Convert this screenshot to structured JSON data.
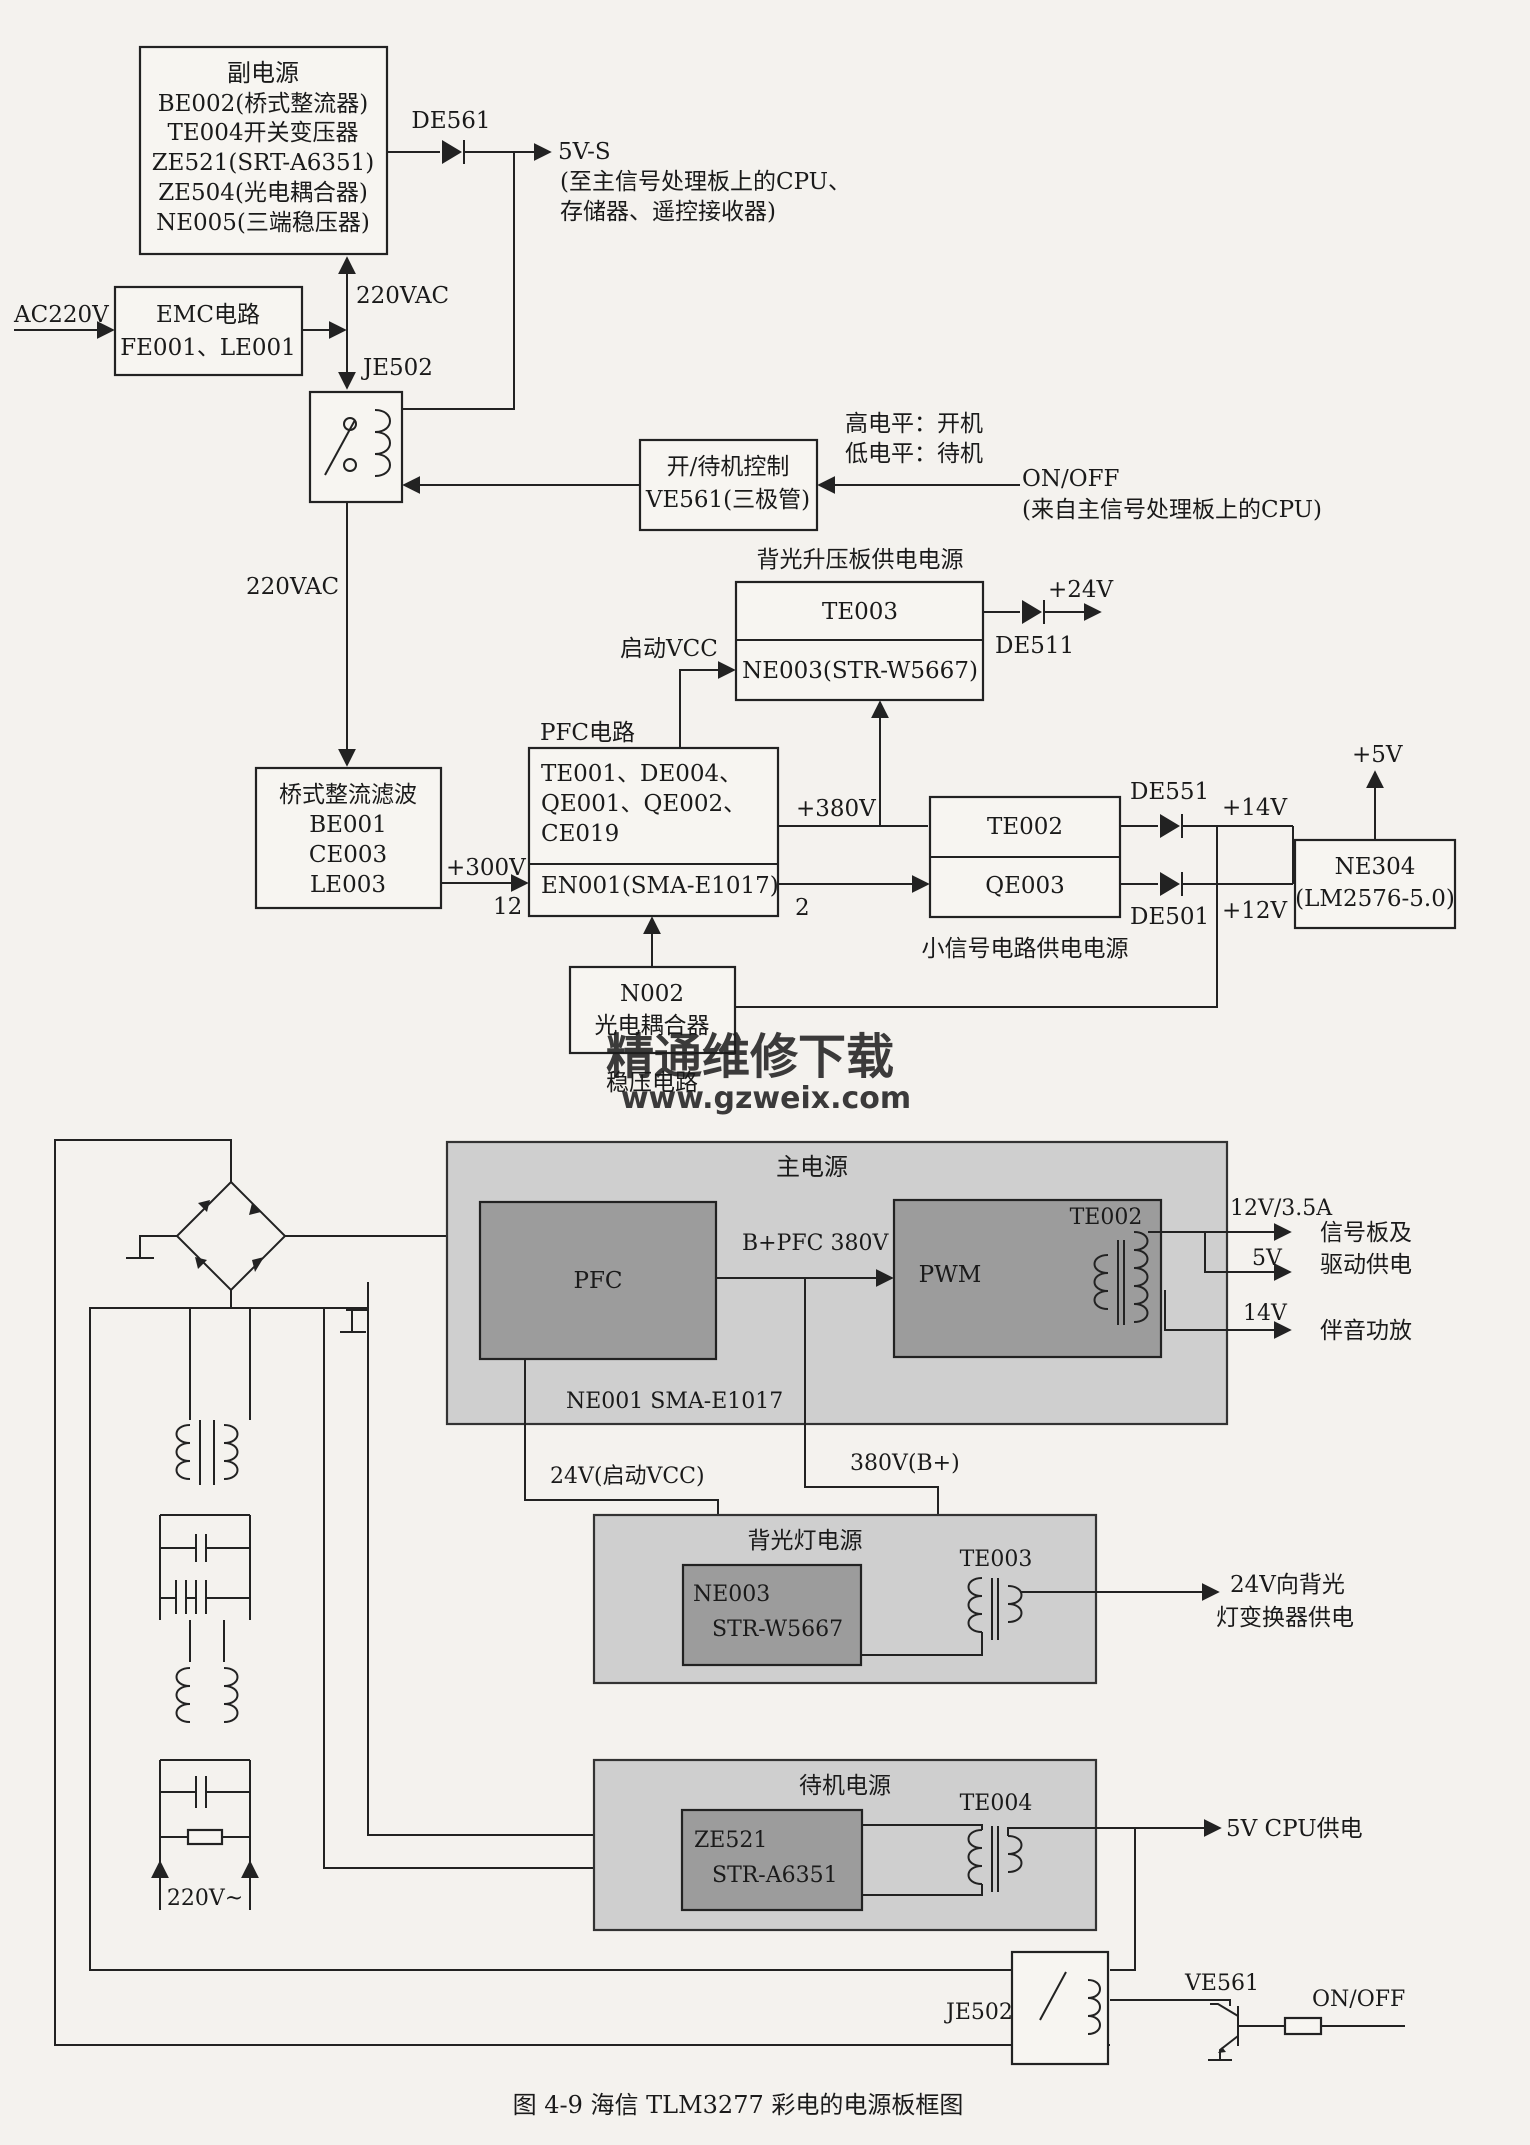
{
  "top": {
    "aux_power": {
      "title": "副电源",
      "lines": [
        "BE002(桥式整流器)",
        "TE004开关变压器",
        "ZE521(SRT-A6351)",
        "ZE504(光电耦合器)",
        "NE005(三端稳压器)"
      ]
    },
    "de561": "DE561",
    "out_5vs": "5V-S",
    "out_5vs_note1": "(至主信号处理板上的CPU、",
    "out_5vs_note2": "存储器、遥控接收器)",
    "ac_in": "AC220V",
    "emc": {
      "title": "EMC电路",
      "line": "FE001、LE001"
    },
    "vac_upper": "220VAC",
    "je502": "JE502",
    "vac_lower": "220VAC",
    "standby_ctrl": {
      "title": "开/待机控制",
      "line": "VE561(三极管)"
    },
    "level_high": "高电平：开机",
    "level_low": "低电平：待机",
    "onoff": "ON/OFF",
    "onoff_note": "(来自主信号处理板上的CPU)",
    "backlight_title": "背光升压板供电电源",
    "te003": "TE003",
    "ne003": "NE003(STR-W5667)",
    "out_24v": "+24V",
    "de511": "DE511",
    "start_vcc": "启动VCC",
    "pfc_title": "PFC电路",
    "pfc_lines": [
      "TE001、DE004、",
      "QE001、QE002、",
      "CE019"
    ],
    "en001": "EN001(SMA-E1017)",
    "bridge": {
      "title": "桥式整流滤波",
      "lines": [
        "BE001",
        "CE003",
        "LE003"
      ]
    },
    "v300": "+300V",
    "pin12": "12",
    "pin2": "2",
    "v380": "+380V",
    "te002": "TE002",
    "qe003": "QE003",
    "de551": "DE551",
    "de501": "DE501",
    "v14": "+14V",
    "v12": "+12V",
    "v5": "+5V",
    "ne304": {
      "line1": "NE304",
      "line2": "(LM2576-5.0)"
    },
    "small_signal": "小信号电路供电电源",
    "n002": {
      "line1": "N002",
      "line2": "光电耦合器"
    },
    "regulator": "稳压电路"
  },
  "watermark": {
    "line1": "精通维修下载",
    "line2": "www.gzweix.com"
  },
  "bottom": {
    "main_power": "主电源",
    "pfc": "PFC",
    "pwm": "PWM",
    "te002": "TE002",
    "bpfc": "B+PFC 380V",
    "ne001": "NE001 SMA-E1017",
    "o12": "12V/3.5A",
    "o5": "5V",
    "o14": "14V",
    "signal1": "信号板及",
    "signal2": "驱动供电",
    "audio": "伴音功放",
    "v24start": "24V(启动VCC)",
    "v380b": "380V(B+)",
    "backlight_power": "背光灯电源",
    "ne003_l1": "NE003",
    "ne003_l2": "STR-W5667",
    "te003": "TE003",
    "bl_out1": "24V向背光",
    "bl_out2": "灯变换器供电",
    "standby_power": "待机电源",
    "ze521_l1": "ZE521",
    "ze521_l2": "STR-A6351",
    "te004": "TE004",
    "cpu_out": "5V CPU供电",
    "ac": "220V~",
    "je502": "JE502",
    "ve561": "VE561",
    "onoff": "ON/OFF"
  },
  "caption": "图 4-9    海信 TLM3277 彩电的电源板框图"
}
